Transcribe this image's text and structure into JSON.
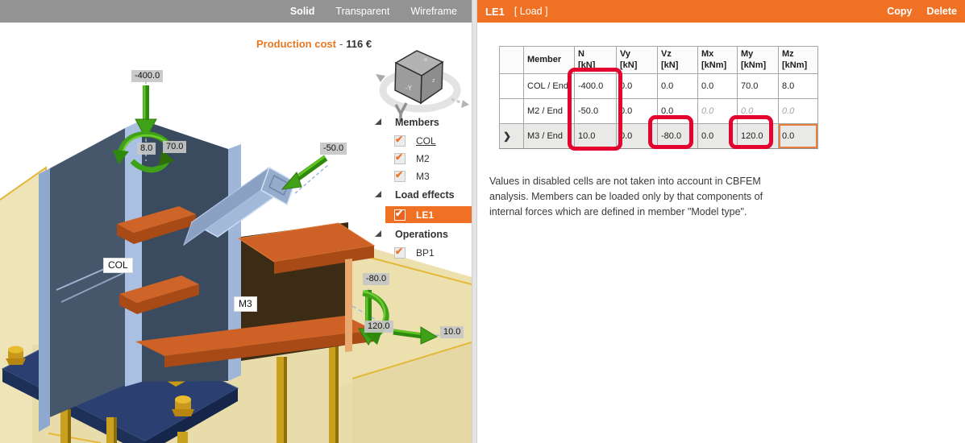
{
  "left_toolbar": {
    "solid": "Solid",
    "transparent": "Transparent",
    "wireframe": "Wireframe"
  },
  "production_cost": {
    "label": "Production cost",
    "separator": "-",
    "value": "116 €"
  },
  "scene": {
    "member_labels": {
      "col": "COL",
      "m3": "M3"
    },
    "load_labels": {
      "n_top": "-400.0",
      "mx_top": "8.0",
      "my_top": "70.0",
      "m2_axial": "-50.0",
      "vz_end": "-80.0",
      "my_end": "120.0",
      "n_end": "10.0"
    }
  },
  "tree": {
    "members_header": "Members",
    "load_effects_header": "Load effects",
    "operations_header": "Operations",
    "items": {
      "col": "COL",
      "m2": "M2",
      "m3": "M3",
      "le1": "LE1",
      "bp1": "BP1"
    }
  },
  "right_header": {
    "title": "LE1",
    "subtitle": "[ Load ]",
    "copy": "Copy",
    "delete": "Delete"
  },
  "table": {
    "columns": [
      {
        "name": "Member",
        "unit": ""
      },
      {
        "name": "N",
        "unit": "[kN]"
      },
      {
        "name": "Vy",
        "unit": "[kN]"
      },
      {
        "name": "Vz",
        "unit": "[kN]"
      },
      {
        "name": "Mx",
        "unit": "[kNm]"
      },
      {
        "name": "My",
        "unit": "[kNm]"
      },
      {
        "name": "Mz",
        "unit": "[kNm]"
      }
    ],
    "rows": [
      {
        "member": "COL / End",
        "values": [
          "-400.0",
          "0.0",
          "0.0",
          "0.0",
          "70.0",
          "8.0"
        ]
      },
      {
        "member": "M2 / End",
        "values": [
          "-50.0",
          "0.0",
          "0.0",
          "0.0",
          "0.0",
          "0.0"
        ]
      },
      {
        "member": "M3 / End",
        "values": [
          "10.0",
          "0.0",
          "-80.0",
          "0.0",
          "120.0",
          "0.0"
        ]
      }
    ],
    "selected_row_marker": "❯"
  },
  "note": {
    "text": "Values in disabled cells are not taken into account in CBFEM analysis. Members can be loaded only by that components of internal forces which are defined in member \"Model type\"."
  },
  "colors": {
    "accent_orange": "#F07123",
    "annotation_red": "#E4032E",
    "arrow_green": "#3FA117",
    "steel_blue": "#8FA9CE",
    "steel_orange": "#CE6226",
    "concrete_beige": "#EFE3B8",
    "plate_navy": "#2B4070",
    "bolt_gold": "#C9A11E",
    "toolbar_gray": "#939393"
  }
}
